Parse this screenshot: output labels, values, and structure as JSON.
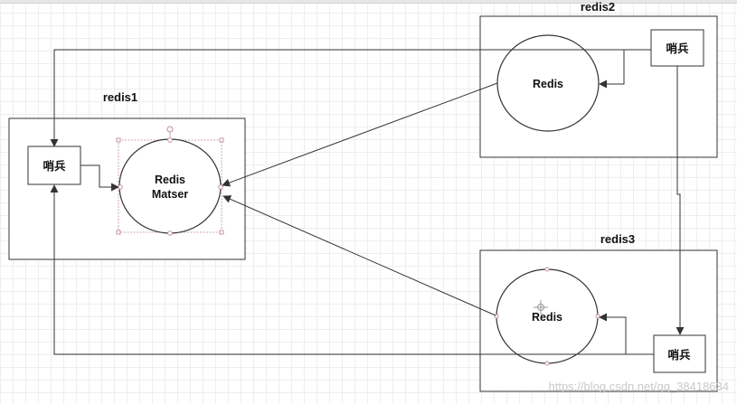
{
  "diagram": {
    "nodes": {
      "redis1": {
        "title": "redis1",
        "sentinel": "哨兵",
        "redis_line1": "Redis",
        "redis_line2": "Matser"
      },
      "redis2": {
        "title": "redis2",
        "sentinel": "哨兵",
        "redis_label": "Redis"
      },
      "redis3": {
        "title": "redis3",
        "sentinel": "哨兵",
        "redis_label": "Redis"
      }
    },
    "edges": [
      {
        "from": "redis1.sentinel",
        "to": "redis1.master"
      },
      {
        "from": "redis2.redis",
        "to": "redis1.master"
      },
      {
        "from": "redis3.redis",
        "to": "redis1.master"
      },
      {
        "from": "redis2.sentinel",
        "to": "redis2.redis"
      },
      {
        "from": "redis3.sentinel",
        "to": "redis3.redis"
      },
      {
        "from": "redis2.sentinel",
        "to": "redis1.sentinel"
      },
      {
        "from": "redis3.sentinel",
        "to": "redis1.sentinel"
      },
      {
        "from": "redis2.sentinel",
        "to": "redis3.sentinel"
      }
    ],
    "colors": {
      "line": "#333333",
      "selection": "#c28a9c",
      "grid": "#eeeeee"
    }
  },
  "watermark": "https://blog.csdn.net/qq_38418634"
}
